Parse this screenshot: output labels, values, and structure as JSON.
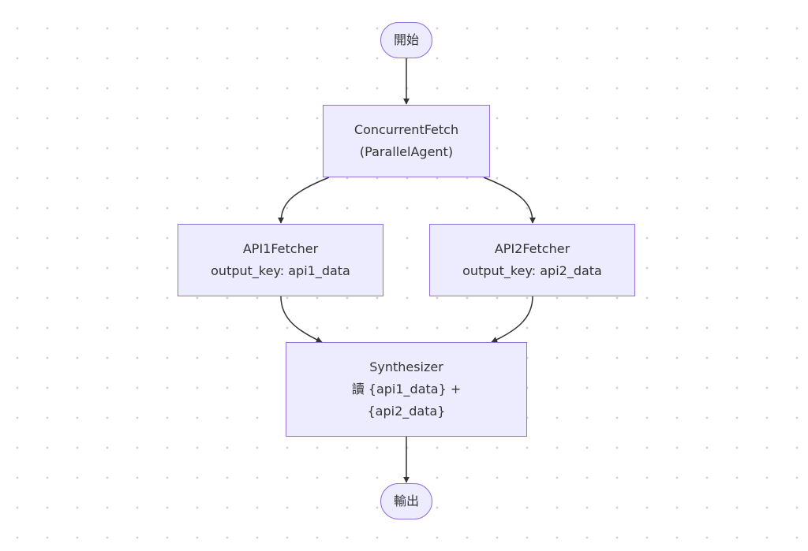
{
  "diagram": {
    "nodes": {
      "start": {
        "label": "開始"
      },
      "concurrent": {
        "line1": "ConcurrentFetch",
        "line2": "(ParallelAgent)"
      },
      "api1": {
        "line1": "API1Fetcher",
        "line2": "output_key: api1_data"
      },
      "api2": {
        "line1": "API2Fetcher",
        "line2": "output_key: api2_data"
      },
      "synth": {
        "line1": "Synthesizer",
        "line2": "讀 {api1_data} +",
        "line3": "{api2_data}"
      },
      "end": {
        "label": "輸出"
      }
    },
    "edges": [
      {
        "from": "start",
        "to": "concurrent"
      },
      {
        "from": "concurrent",
        "to": "api1"
      },
      {
        "from": "concurrent",
        "to": "api2"
      },
      {
        "from": "api1",
        "to": "synth"
      },
      {
        "from": "api2",
        "to": "synth"
      },
      {
        "from": "synth",
        "to": "end"
      }
    ],
    "colors": {
      "node_fill": "#ececfe",
      "node_border": "#9370db",
      "edge": "#333333",
      "text": "#333333",
      "grid_dot": "#cfd0d3"
    }
  }
}
